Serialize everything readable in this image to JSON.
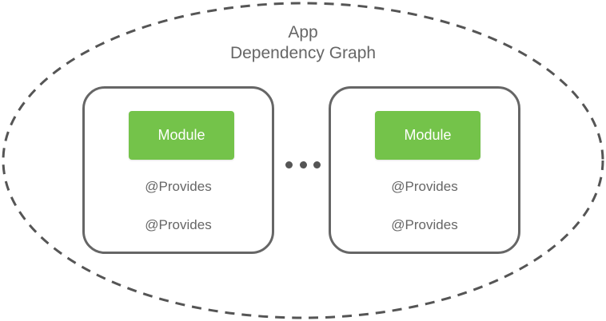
{
  "graph": {
    "title_line1": "App",
    "title_line2": "Dependency Graph",
    "colors": {
      "outline": "#666666",
      "module_fill": "#74c34a",
      "module_text": "#ffffff",
      "text": "#666666"
    }
  },
  "components": [
    {
      "module_label": "Module",
      "provides": [
        "@Provides",
        "@Provides"
      ]
    },
    {
      "module_label": "Module",
      "provides": [
        "@Provides",
        "@Provides"
      ]
    }
  ]
}
